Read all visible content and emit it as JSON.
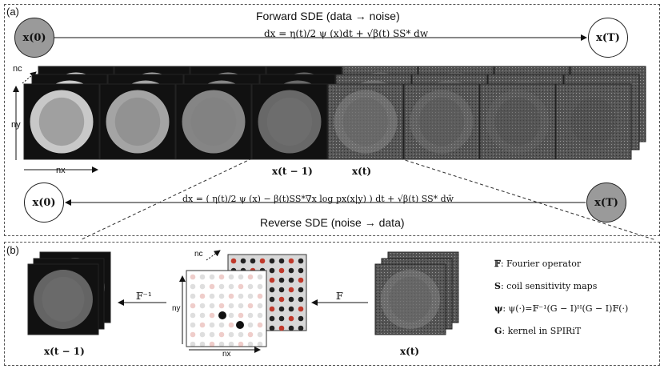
{
  "panel_a": {
    "label": "(a)",
    "forward_title": "Forward SDE (data → noise)",
    "forward_eq": "dx = η(t)/2 ψ (x)dt + √β(t) SS* dw",
    "reverse_title": "Reverse SDE (noise → data)",
    "reverse_eq": "dx = ( η(t)/2 ψ (x) − β(t)SS*∇x log px(x|y) ) dt + √β(t) SS* dw̄",
    "node_x0": "x(0)",
    "node_xT": "x(T)",
    "axis_nc": "nc",
    "axis_ny": "ny",
    "axis_nx": "nx",
    "label_xt1": "x(t − 1)",
    "label_xt": "x(t)"
  },
  "panel_b": {
    "label": "(b)",
    "left_label": "x(t − 1)",
    "right_label": "x(t)",
    "op_inverse": "𝔽⁻¹",
    "op_forward": "𝔽",
    "axis_nc": "nc",
    "axis_ny": "ny",
    "axis_nx": "nx",
    "legend": [
      {
        "symbol": "𝔽",
        "text": ": Fourier operator"
      },
      {
        "symbol": "S",
        "text": ": coil sensitivity maps"
      },
      {
        "symbol": "ψ",
        "text": ": ψ(·)=𝔽⁻¹(G − I)ᴴ(G − I)𝔽(·)"
      },
      {
        "symbol": "G",
        "text": ": kernel in SPIRiT"
      }
    ]
  },
  "colors": {
    "gray_node": "#9a9a9a",
    "red_dot": "#c0392b",
    "black_dot": "#222222"
  }
}
